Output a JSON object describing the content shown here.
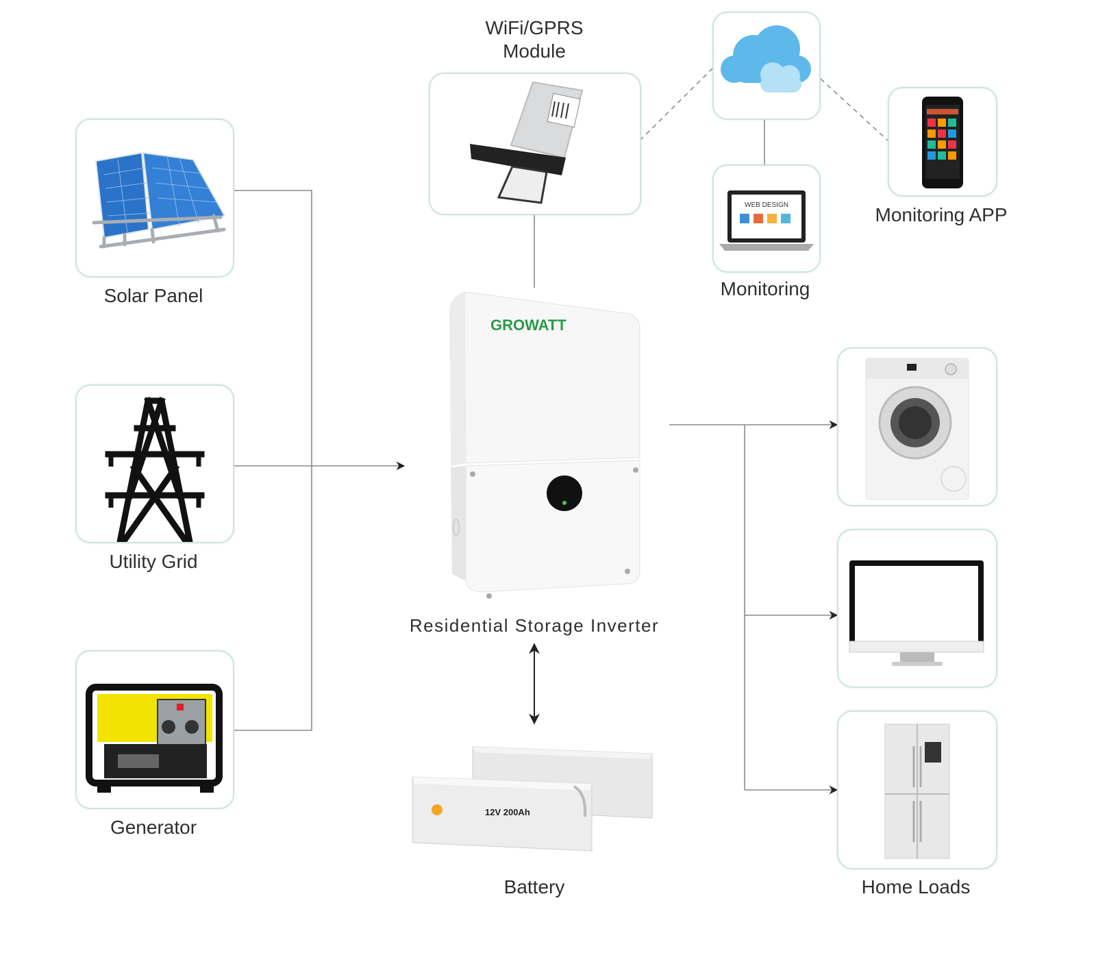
{
  "labels": {
    "wifi_module": "WiFi/GPRS\nModule",
    "solar_panel": "Solar Panel",
    "utility_grid": "Utility Grid",
    "generator": "Generator",
    "inverter": "Residential Storage Inverter",
    "battery": "Battery",
    "monitoring": "Monitoring",
    "monitoring_app": "Monitoring APP",
    "home_loads": "Home Loads"
  },
  "device_text": {
    "inverter_brand": "GROWATT",
    "laptop_screen": "WEB DESIGN",
    "battery_rating": "12V 200Ah"
  },
  "colors": {
    "card_border": "#cfe3de",
    "connector_line": "#8a8a8a",
    "solar_blue": "#2a73c9",
    "generator_yellow": "#f2e400",
    "cloud_blue": "#5fb8ea"
  }
}
